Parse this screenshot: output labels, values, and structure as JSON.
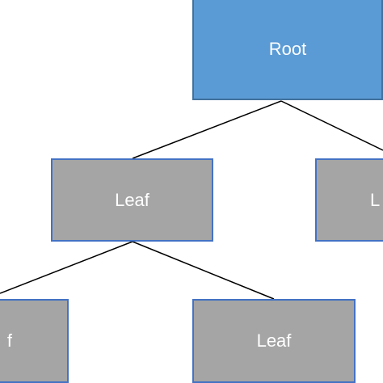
{
  "diagram": {
    "nodes": [
      {
        "id": "root",
        "label": "Root",
        "kind": "root"
      },
      {
        "id": "leaf-l",
        "label": "Leaf",
        "kind": "leaf"
      },
      {
        "id": "leaf-r",
        "label": "L",
        "kind": "leaf"
      },
      {
        "id": "leaf-ll",
        "label": "f",
        "kind": "leaf"
      },
      {
        "id": "leaf-lr",
        "label": "Leaf",
        "kind": "leaf"
      }
    ],
    "edges": [
      {
        "from": "root",
        "to": "leaf-l"
      },
      {
        "from": "root",
        "to": "leaf-r"
      },
      {
        "from": "leaf-l",
        "to": "leaf-ll"
      },
      {
        "from": "leaf-l",
        "to": "leaf-lr"
      }
    ],
    "colors": {
      "root_fill": "#5b9bd5",
      "root_border": "#41719c",
      "leaf_fill": "#a5a5a5",
      "leaf_border": "#4472c4",
      "text": "#ffffff",
      "edge": "#000000",
      "background": "#ffffff"
    }
  }
}
